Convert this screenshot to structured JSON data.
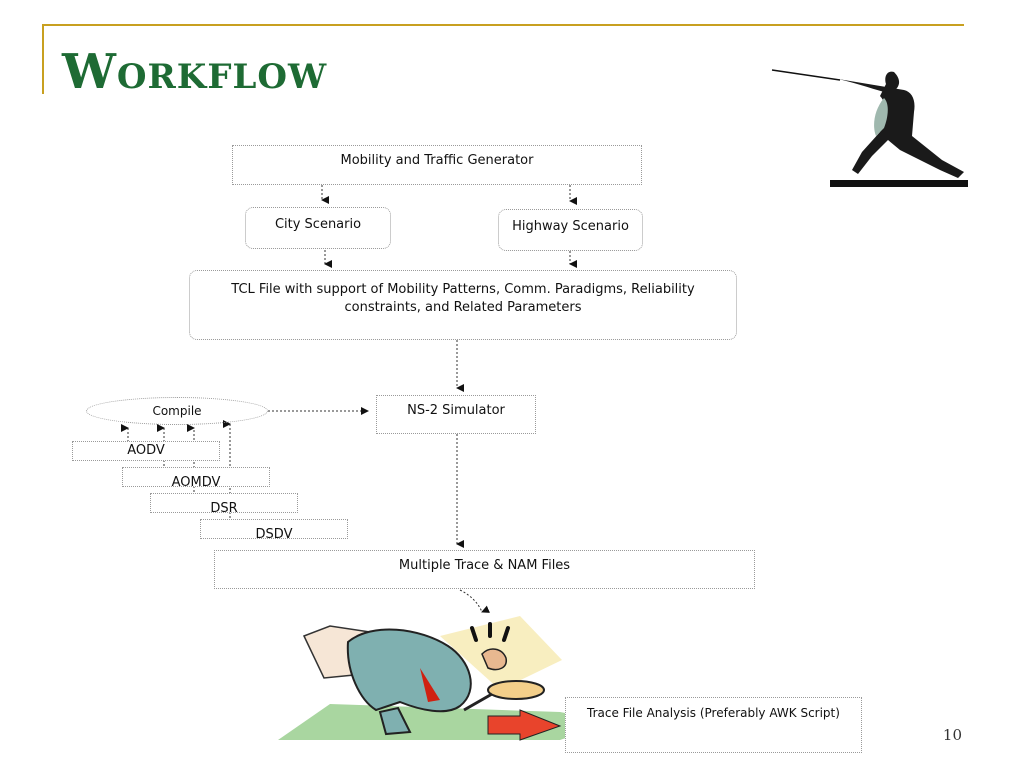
{
  "slide": {
    "title_first": "W",
    "title_rest": "ORKFLOW",
    "page_number": "10"
  },
  "diagram": {
    "generator": "Mobility and Traffic Generator",
    "city": "City Scenario",
    "highway": "Highway Scenario",
    "tcl": "TCL File with support of Mobility Patterns, Comm. Paradigms, Reliability constraints, and Related Parameters",
    "compile": "Compile",
    "simulator": "NS-2 Simulator",
    "protocols": [
      "AODV",
      "AOMDV",
      "DSR",
      "DSDV"
    ],
    "trace_files": "Multiple Trace & NAM Files",
    "analysis": "Trace File Analysis (Preferably AWK Script)"
  },
  "colors": {
    "title": "#1e6b34",
    "accent_line": "#c8a020"
  },
  "icons": {
    "fencer": "fencer-clipart",
    "searcher": "magnifier-searcher-clipart"
  }
}
